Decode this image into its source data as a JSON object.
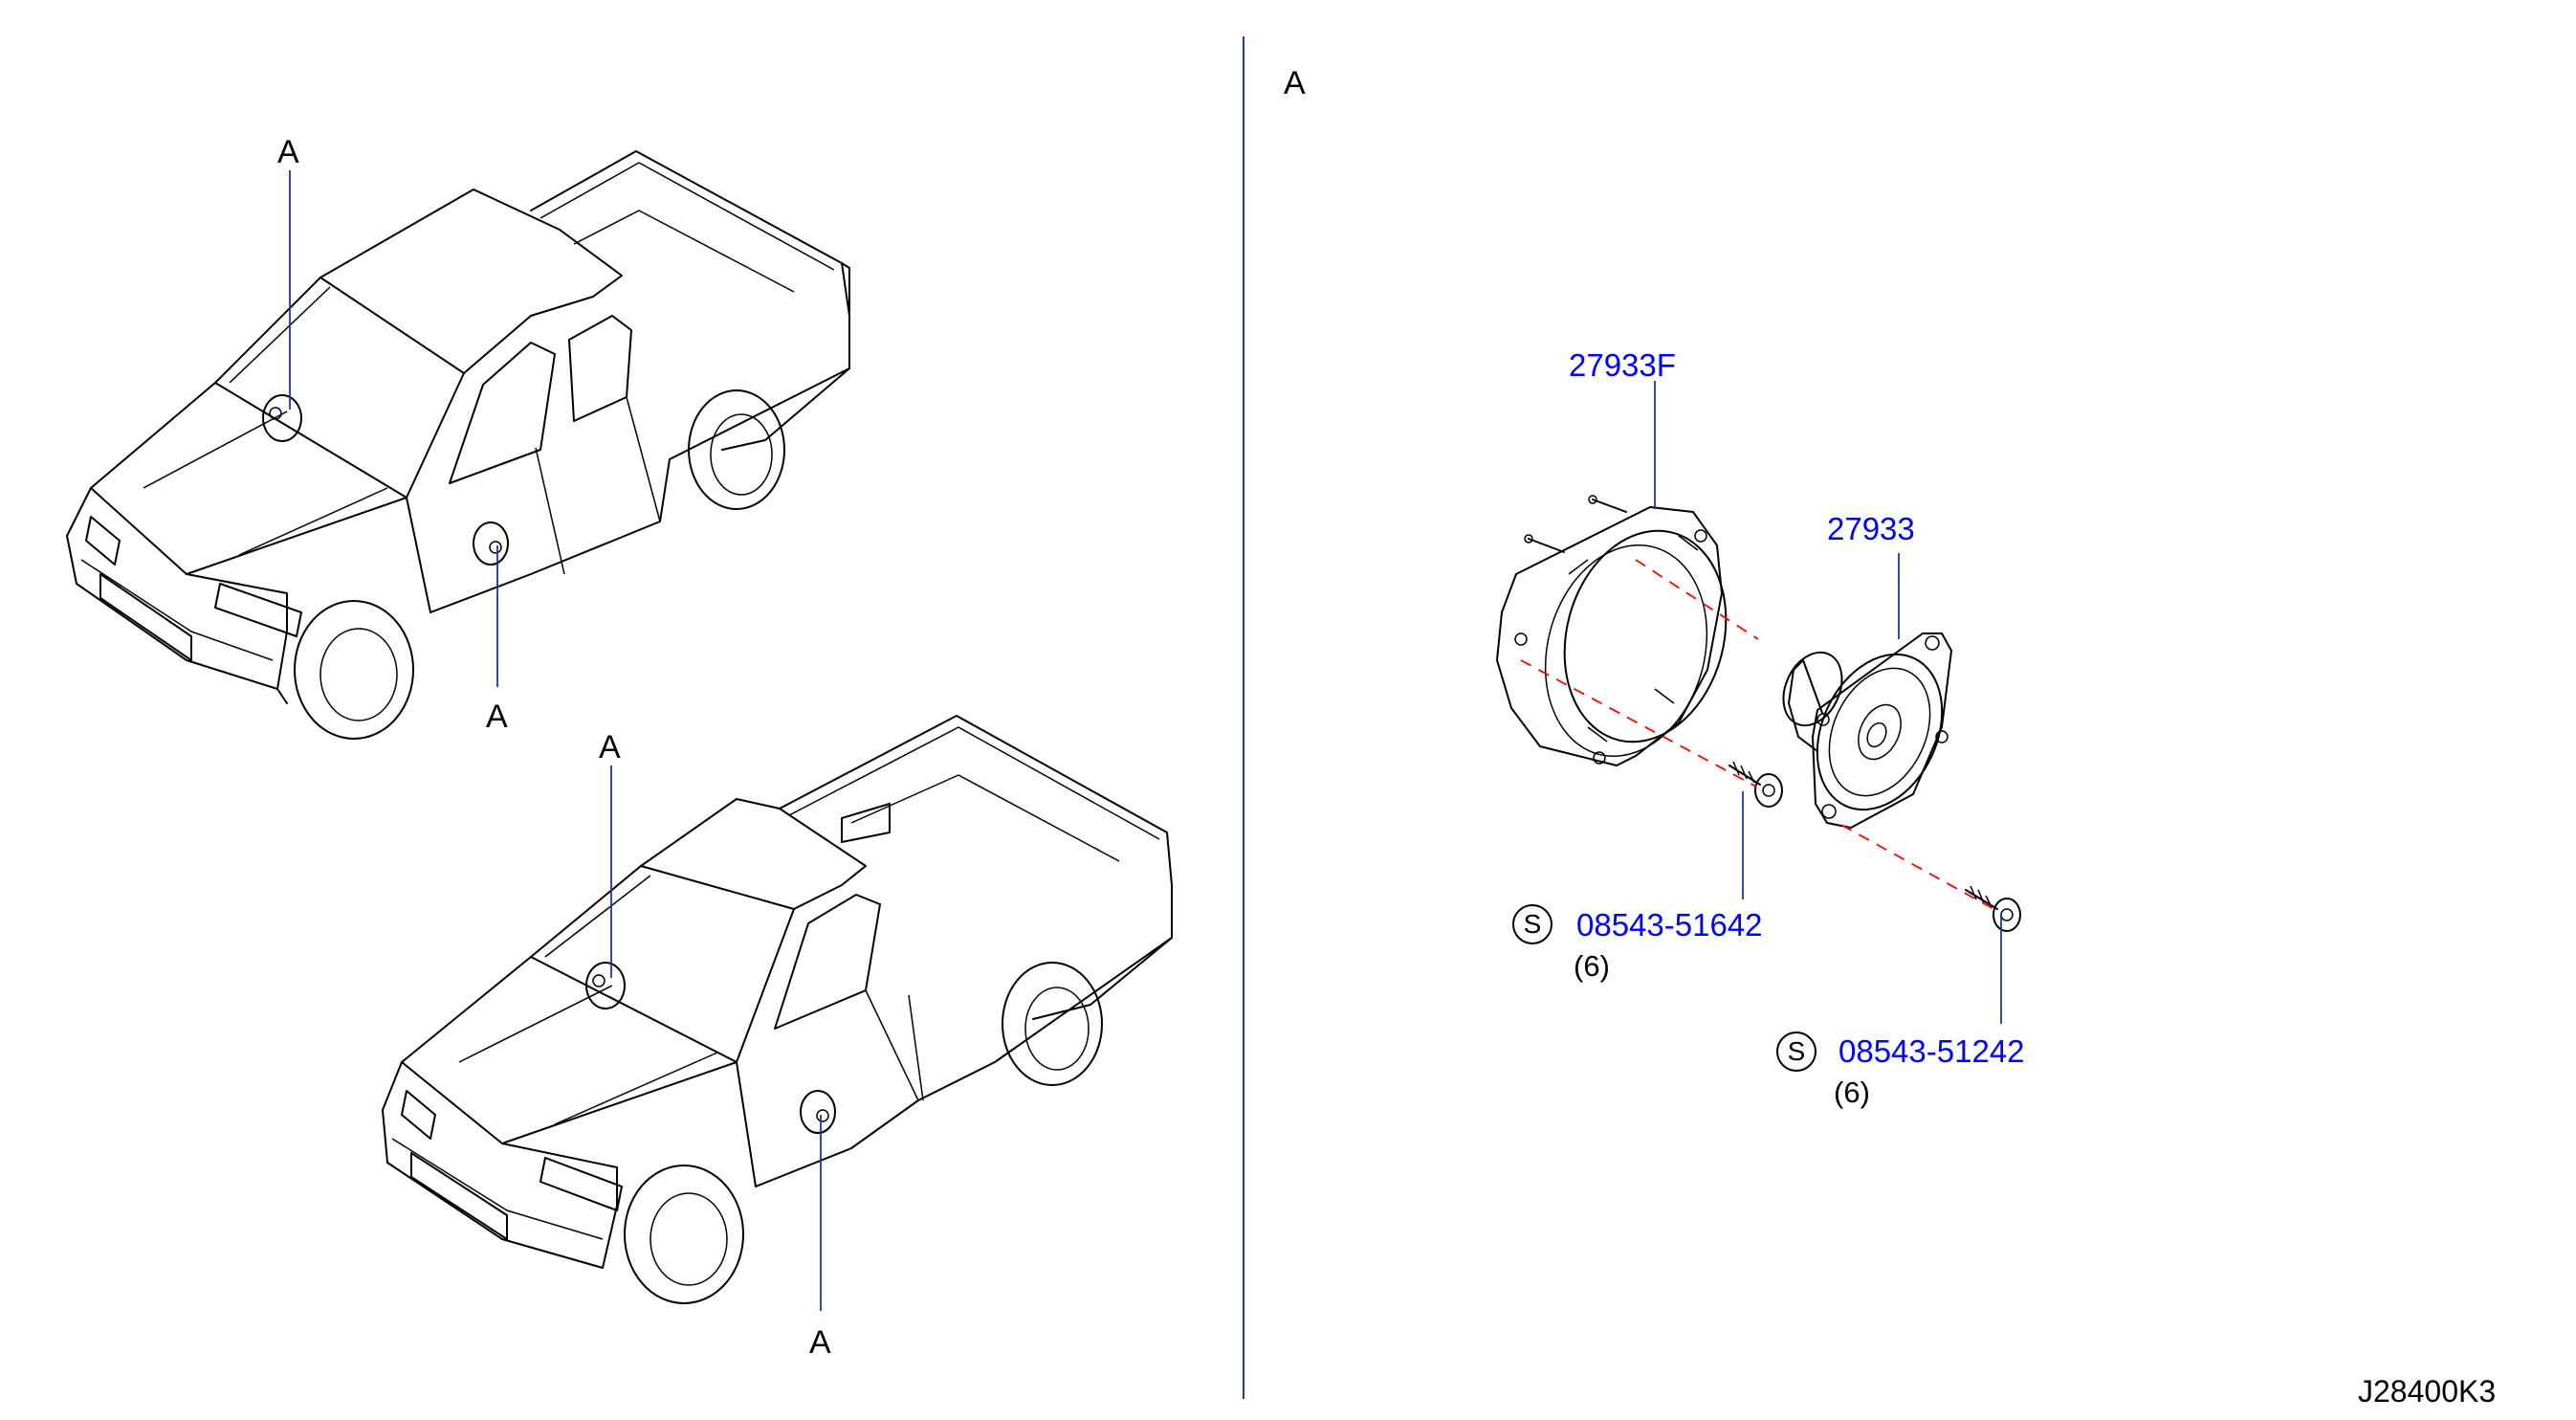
{
  "colors": {
    "part_number": "#0000ff",
    "leader": "#1f3a93",
    "axis": "#ff0000",
    "ink": "#000000"
  },
  "callouts": {
    "cab_dash": "A",
    "cab_door": "A",
    "single_dash": "A",
    "single_door": "A",
    "detail_view": "A"
  },
  "parts": {
    "bracket": {
      "number": "27933F"
    },
    "speaker": {
      "number": "27933"
    },
    "screw_bracket": {
      "symbol": "S",
      "number": "08543-51642",
      "qty": "(6)"
    },
    "screw_speaker": {
      "symbol": "S",
      "number": "08543-51242",
      "qty": "(6)"
    }
  },
  "diagram_code": "J28400K3"
}
